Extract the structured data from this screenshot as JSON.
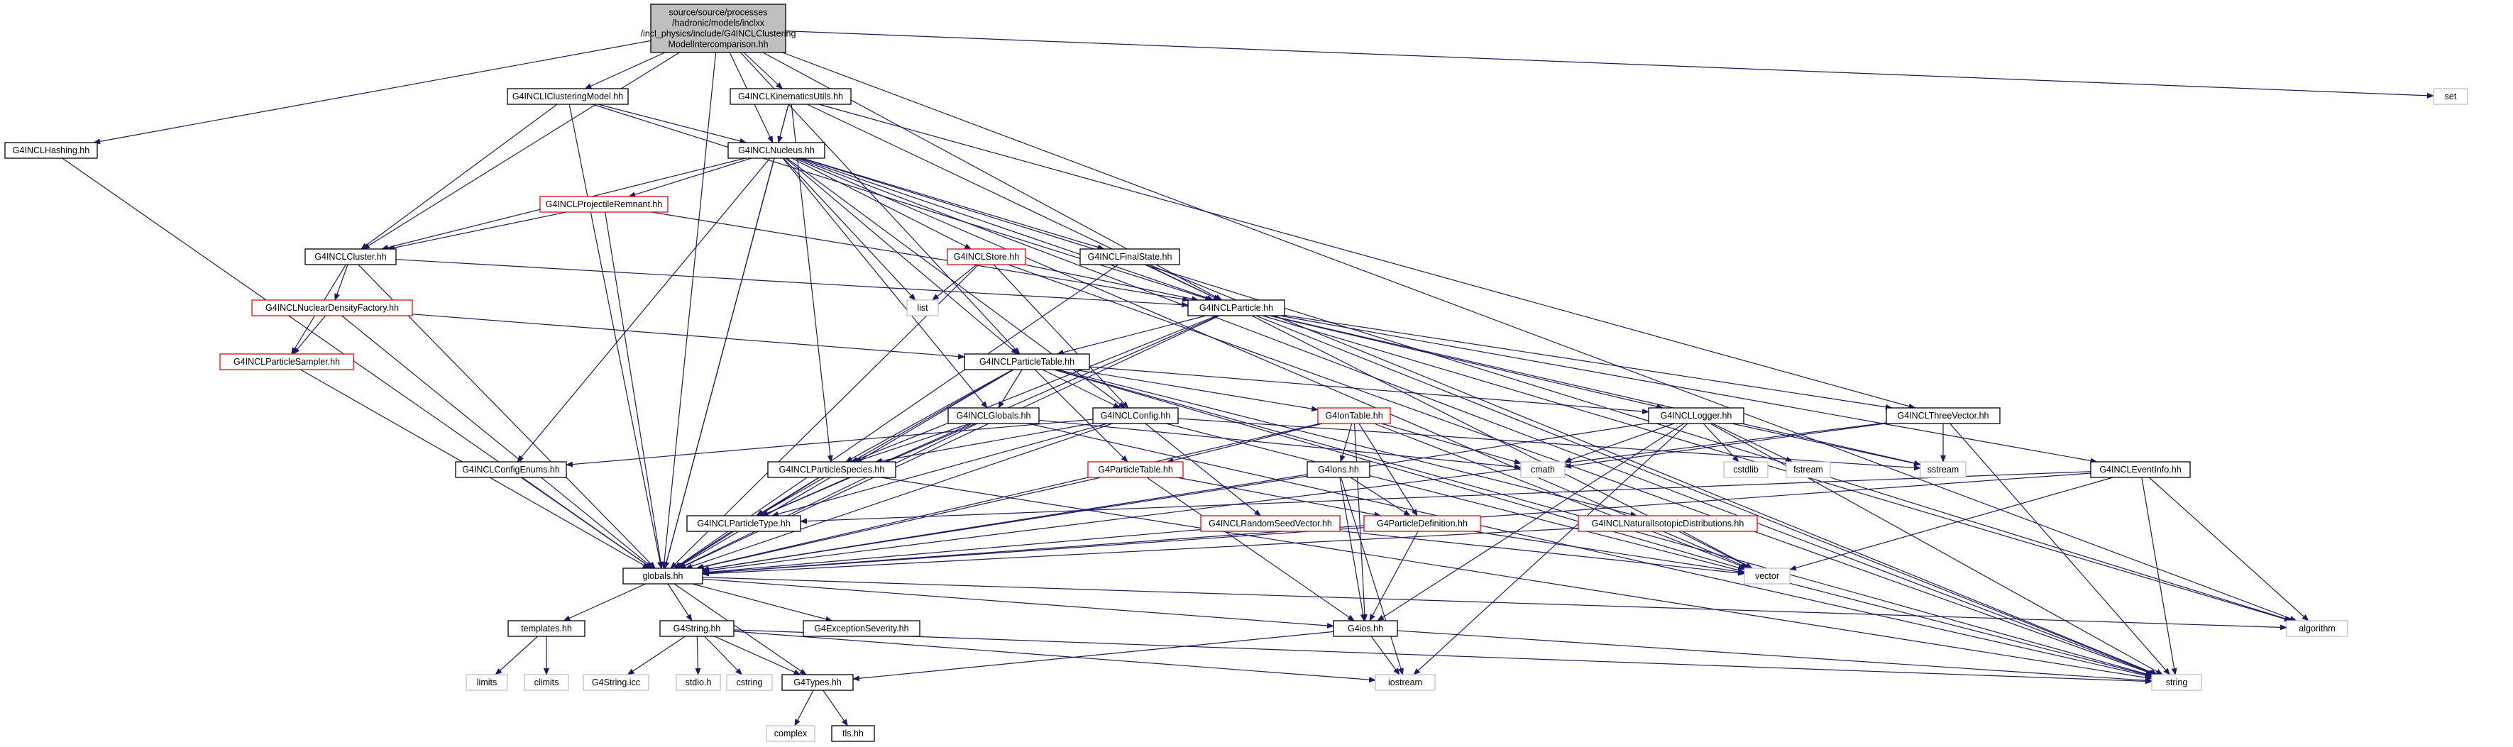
{
  "nodes": [
    {
      "id": "root",
      "kind": "root",
      "lines": [
        "source/source/processes",
        "/hadronic/models/inclxx",
        "/incl_physics/include/G4INCLClustering",
        "ModelIntercomparison.hh"
      ]
    },
    {
      "id": "hashing",
      "kind": "local",
      "lines": [
        "G4INCLHashing.hh"
      ]
    },
    {
      "id": "clustering_model",
      "kind": "local",
      "lines": [
        "G4INCLIClusteringModel.hh"
      ]
    },
    {
      "id": "kinematics",
      "kind": "local",
      "lines": [
        "G4INCLKinematicsUtils.hh"
      ]
    },
    {
      "id": "set",
      "kind": "system",
      "lines": [
        "set"
      ]
    },
    {
      "id": "nucleus",
      "kind": "local",
      "lines": [
        "G4INCLNucleus.hh"
      ]
    },
    {
      "id": "proj_remnant",
      "kind": "incomplete",
      "lines": [
        "G4INCLProjectileRemnant.hh"
      ]
    },
    {
      "id": "cluster",
      "kind": "local",
      "lines": [
        "G4INCLCluster.hh"
      ]
    },
    {
      "id": "store",
      "kind": "incomplete",
      "lines": [
        "G4INCLStore.hh"
      ]
    },
    {
      "id": "final_state",
      "kind": "local",
      "lines": [
        "G4INCLFinalState.hh"
      ]
    },
    {
      "id": "list",
      "kind": "system",
      "lines": [
        "list"
      ]
    },
    {
      "id": "nuclear_density",
      "kind": "incomplete",
      "lines": [
        "G4INCLNuclearDensityFactory.hh"
      ]
    },
    {
      "id": "particle",
      "kind": "local",
      "lines": [
        "G4INCLParticle.hh"
      ]
    },
    {
      "id": "particle_sampler",
      "kind": "incomplete",
      "lines": [
        "G4INCLParticleSampler.hh"
      ]
    },
    {
      "id": "particle_table",
      "kind": "local",
      "lines": [
        "G4INCLParticleTable.hh"
      ]
    },
    {
      "id": "globals_incl",
      "kind": "local",
      "lines": [
        "G4INCLGlobals.hh"
      ]
    },
    {
      "id": "config",
      "kind": "local",
      "lines": [
        "G4INCLConfig.hh"
      ]
    },
    {
      "id": "ion_table",
      "kind": "incomplete",
      "lines": [
        "G4IonTable.hh"
      ]
    },
    {
      "id": "logger",
      "kind": "local",
      "lines": [
        "G4INCLLogger.hh"
      ]
    },
    {
      "id": "three_vector",
      "kind": "local",
      "lines": [
        "G4INCLThreeVector.hh"
      ]
    },
    {
      "id": "config_enums",
      "kind": "local",
      "lines": [
        "G4INCLConfigEnums.hh"
      ]
    },
    {
      "id": "particle_species",
      "kind": "local",
      "lines": [
        "G4INCLParticleSpecies.hh"
      ]
    },
    {
      "id": "g4particle_table",
      "kind": "incomplete",
      "lines": [
        "G4ParticleTable.hh"
      ]
    },
    {
      "id": "g4ions",
      "kind": "local",
      "lines": [
        "G4Ions.hh"
      ]
    },
    {
      "id": "cmath",
      "kind": "system",
      "lines": [
        "cmath"
      ]
    },
    {
      "id": "cstdlib",
      "kind": "system",
      "lines": [
        "cstdlib"
      ]
    },
    {
      "id": "fstream",
      "kind": "system",
      "lines": [
        "fstream"
      ]
    },
    {
      "id": "sstream",
      "kind": "system",
      "lines": [
        "sstream"
      ]
    },
    {
      "id": "event_info",
      "kind": "local",
      "lines": [
        "G4INCLEventInfo.hh"
      ]
    },
    {
      "id": "particle_type",
      "kind": "local",
      "lines": [
        "G4INCLParticleType.hh"
      ]
    },
    {
      "id": "random_seed",
      "kind": "incomplete",
      "lines": [
        "G4INCLRandomSeedVector.hh"
      ]
    },
    {
      "id": "particle_def",
      "kind": "incomplete",
      "lines": [
        "G4ParticleDefinition.hh"
      ]
    },
    {
      "id": "natural_isotopic",
      "kind": "incomplete",
      "lines": [
        "G4INCLNaturalIsotopicDistributions.hh"
      ]
    },
    {
      "id": "globals",
      "kind": "local",
      "lines": [
        "globals.hh"
      ]
    },
    {
      "id": "vector",
      "kind": "system",
      "lines": [
        "vector"
      ]
    },
    {
      "id": "templates",
      "kind": "local",
      "lines": [
        "templates.hh"
      ]
    },
    {
      "id": "g4string",
      "kind": "local",
      "lines": [
        "G4String.hh"
      ]
    },
    {
      "id": "exception_severity",
      "kind": "local",
      "lines": [
        "G4ExceptionSeverity.hh"
      ]
    },
    {
      "id": "g4ios",
      "kind": "local",
      "lines": [
        "G4ios.hh"
      ]
    },
    {
      "id": "algorithm",
      "kind": "system",
      "lines": [
        "algorithm"
      ]
    },
    {
      "id": "limits",
      "kind": "system",
      "lines": [
        "limits"
      ]
    },
    {
      "id": "climits",
      "kind": "system",
      "lines": [
        "climits"
      ]
    },
    {
      "id": "g4string_icc",
      "kind": "system",
      "lines": [
        "G4String.icc"
      ]
    },
    {
      "id": "stdio",
      "kind": "system",
      "lines": [
        "stdio.h"
      ]
    },
    {
      "id": "cstring",
      "kind": "system",
      "lines": [
        "cstring"
      ]
    },
    {
      "id": "g4types",
      "kind": "local",
      "lines": [
        "G4Types.hh"
      ]
    },
    {
      "id": "iostream",
      "kind": "system",
      "lines": [
        "iostream"
      ]
    },
    {
      "id": "string",
      "kind": "system",
      "lines": [
        "string"
      ]
    },
    {
      "id": "complex",
      "kind": "system",
      "lines": [
        "complex"
      ]
    },
    {
      "id": "tls",
      "kind": "local",
      "lines": [
        "tls.hh"
      ]
    }
  ],
  "edges": [
    [
      "root",
      "hashing"
    ],
    [
      "root",
      "clustering_model"
    ],
    [
      "root",
      "kinematics"
    ],
    [
      "root",
      "set"
    ],
    [
      "root",
      "nucleus"
    ],
    [
      "root",
      "cluster"
    ],
    [
      "root",
      "particle"
    ],
    [
      "root",
      "particle_table"
    ],
    [
      "root",
      "globals"
    ],
    [
      "root",
      "algorithm"
    ],
    [
      "hashing",
      "globals"
    ],
    [
      "clustering_model",
      "nucleus"
    ],
    [
      "clustering_model",
      "cluster"
    ],
    [
      "clustering_model",
      "particle"
    ],
    [
      "clustering_model",
      "globals"
    ],
    [
      "kinematics",
      "nucleus"
    ],
    [
      "kinematics",
      "particle"
    ],
    [
      "kinematics",
      "three_vector"
    ],
    [
      "kinematics",
      "particle_species"
    ],
    [
      "kinematics",
      "globals"
    ],
    [
      "nucleus",
      "proj_remnant"
    ],
    [
      "nucleus",
      "cluster"
    ],
    [
      "nucleus",
      "store"
    ],
    [
      "nucleus",
      "final_state"
    ],
    [
      "nucleus",
      "list"
    ],
    [
      "nucleus",
      "particle"
    ],
    [
      "nucleus",
      "particle_table"
    ],
    [
      "nucleus",
      "globals_incl"
    ],
    [
      "nucleus",
      "config"
    ],
    [
      "nucleus",
      "config_enums"
    ],
    [
      "nucleus",
      "vector"
    ],
    [
      "nucleus",
      "algorithm"
    ],
    [
      "nucleus",
      "string"
    ],
    [
      "nucleus",
      "globals"
    ],
    [
      "proj_remnant",
      "cluster"
    ],
    [
      "proj_remnant",
      "particle"
    ],
    [
      "proj_remnant",
      "globals"
    ],
    [
      "cluster",
      "nuclear_density"
    ],
    [
      "cluster",
      "particle_sampler"
    ],
    [
      "cluster",
      "particle"
    ],
    [
      "cluster",
      "globals"
    ],
    [
      "store",
      "list"
    ],
    [
      "store",
      "particle"
    ],
    [
      "store",
      "config"
    ],
    [
      "store",
      "globals"
    ],
    [
      "store",
      "string"
    ],
    [
      "final_state",
      "particle"
    ],
    [
      "final_state",
      "globals"
    ],
    [
      "final_state",
      "string"
    ],
    [
      "nuclear_density",
      "particle_sampler"
    ],
    [
      "nuclear_density",
      "particle_table"
    ],
    [
      "nuclear_density",
      "globals"
    ],
    [
      "particle_sampler",
      "globals"
    ],
    [
      "particle",
      "particle_table"
    ],
    [
      "particle",
      "particle_type"
    ],
    [
      "particle",
      "particle_species"
    ],
    [
      "particle",
      "three_vector"
    ],
    [
      "particle",
      "logger"
    ],
    [
      "particle",
      "event_info"
    ],
    [
      "particle",
      "sstream"
    ],
    [
      "particle",
      "vector"
    ],
    [
      "particle",
      "algorithm"
    ],
    [
      "particle",
      "string"
    ],
    [
      "particle",
      "globals"
    ],
    [
      "particle_table",
      "globals_incl"
    ],
    [
      "particle_table",
      "config"
    ],
    [
      "particle_table",
      "ion_table"
    ],
    [
      "particle_table",
      "logger"
    ],
    [
      "particle_table",
      "particle_species"
    ],
    [
      "particle_table",
      "particle_type"
    ],
    [
      "particle_table",
      "g4particle_table"
    ],
    [
      "particle_table",
      "natural_isotopic"
    ],
    [
      "particle_table",
      "vector"
    ],
    [
      "particle_table",
      "string"
    ],
    [
      "particle_table",
      "globals"
    ],
    [
      "globals_incl",
      "particle_type"
    ],
    [
      "globals_incl",
      "particle_species"
    ],
    [
      "globals_incl",
      "cmath"
    ],
    [
      "globals_incl",
      "string"
    ],
    [
      "globals_incl",
      "globals"
    ],
    [
      "config",
      "config_enums"
    ],
    [
      "config",
      "particle_type"
    ],
    [
      "config",
      "particle_species"
    ],
    [
      "config",
      "random_seed"
    ],
    [
      "config",
      "sstream"
    ],
    [
      "config",
      "string"
    ],
    [
      "config",
      "globals"
    ],
    [
      "ion_table",
      "g4particle_table"
    ],
    [
      "ion_table",
      "g4ions"
    ],
    [
      "ion_table",
      "particle_def"
    ],
    [
      "ion_table",
      "cmath"
    ],
    [
      "ion_table",
      "vector"
    ],
    [
      "ion_table",
      "g4ios"
    ],
    [
      "ion_table",
      "globals"
    ],
    [
      "logger",
      "cmath"
    ],
    [
      "logger",
      "cstdlib"
    ],
    [
      "logger",
      "fstream"
    ],
    [
      "logger",
      "sstream"
    ],
    [
      "logger",
      "string"
    ],
    [
      "logger",
      "iostream"
    ],
    [
      "logger",
      "g4ios"
    ],
    [
      "logger",
      "globals"
    ],
    [
      "three_vector",
      "cmath"
    ],
    [
      "three_vector",
      "sstream"
    ],
    [
      "three_vector",
      "string"
    ],
    [
      "three_vector",
      "globals"
    ],
    [
      "event_info",
      "particle_type"
    ],
    [
      "event_info",
      "vector"
    ],
    [
      "event_info",
      "algorithm"
    ],
    [
      "event_info",
      "string"
    ],
    [
      "event_info",
      "globals"
    ],
    [
      "config_enums",
      "globals"
    ],
    [
      "particle_species",
      "particle_type"
    ],
    [
      "particle_species",
      "string"
    ],
    [
      "particle_species",
      "globals"
    ],
    [
      "g4particle_table",
      "particle_def"
    ],
    [
      "g4particle_table",
      "g4ios"
    ],
    [
      "g4particle_table",
      "globals"
    ],
    [
      "g4ions",
      "particle_def"
    ],
    [
      "g4ions",
      "g4ios"
    ],
    [
      "g4ions",
      "iostream"
    ],
    [
      "g4ions",
      "globals"
    ],
    [
      "particle_type",
      "globals"
    ],
    [
      "random_seed",
      "vector"
    ],
    [
      "random_seed",
      "globals"
    ],
    [
      "particle_def",
      "vector"
    ],
    [
      "particle_def",
      "g4ios"
    ],
    [
      "particle_def",
      "globals"
    ],
    [
      "natural_isotopic",
      "vector"
    ],
    [
      "natural_isotopic",
      "globals"
    ],
    [
      "globals",
      "templates"
    ],
    [
      "globals",
      "g4string"
    ],
    [
      "globals",
      "exception_severity"
    ],
    [
      "globals",
      "g4ios"
    ],
    [
      "globals",
      "g4types"
    ],
    [
      "globals",
      "algorithm"
    ],
    [
      "templates",
      "limits"
    ],
    [
      "templates",
      "climits"
    ],
    [
      "g4string",
      "g4string_icc"
    ],
    [
      "g4string",
      "stdio"
    ],
    [
      "g4string",
      "cstring"
    ],
    [
      "g4string",
      "g4types"
    ],
    [
      "g4string",
      "iostream"
    ],
    [
      "g4string",
      "string"
    ],
    [
      "g4ios",
      "g4types"
    ],
    [
      "g4ios",
      "iostream"
    ],
    [
      "g4ios",
      "string"
    ],
    [
      "g4types",
      "complex"
    ],
    [
      "g4types",
      "tls"
    ]
  ]
}
